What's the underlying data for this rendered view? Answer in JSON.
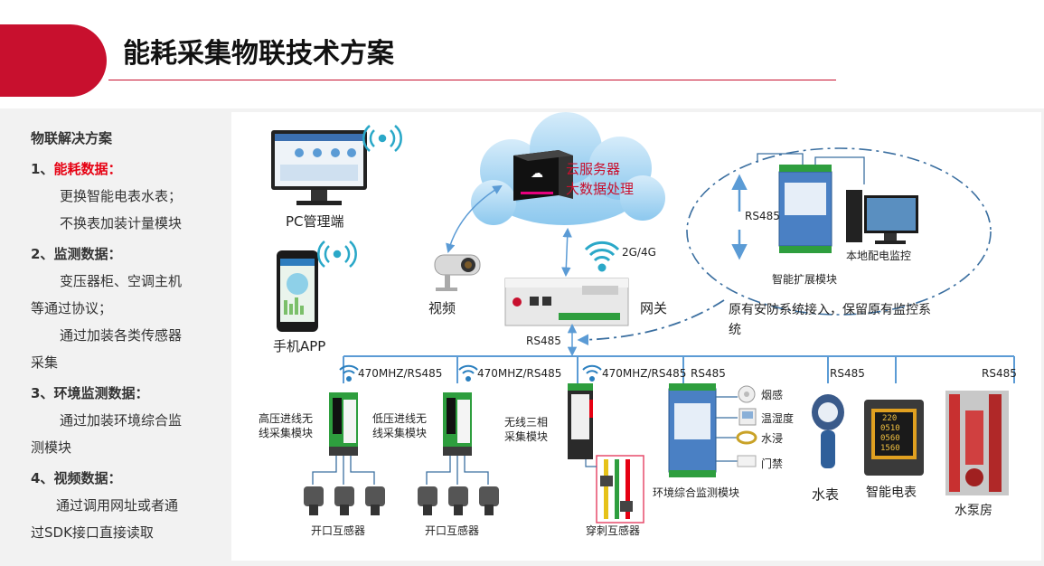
{
  "header": {
    "title": "能耗采集物联技术方案"
  },
  "left": {
    "heading": "物联解决方案",
    "sections": [
      {
        "number": "1、",
        "title": "能耗数据：",
        "title_color": "#e60012",
        "lines": [
          "更换智能电表水表；",
          "不换表加装计量模块"
        ]
      },
      {
        "number": "2、",
        "title": "监测数据：",
        "lines": [
          "变压器柜、空调主机",
          "等通过协议；",
          "通过加装各类传感器",
          "采集"
        ]
      },
      {
        "number": "3、",
        "title": "环境监测数据：",
        "lines": [
          "通过加装环境综合监",
          "测模块"
        ]
      },
      {
        "number": "4、",
        "title": "视频数据：",
        "lines": [
          "通过调用网址或者通",
          "过SDK接口直接读取"
        ]
      }
    ]
  },
  "diagram": {
    "cloud": {
      "line1": "云服务器",
      "line2": "大数据处理"
    },
    "pc_label": "PC管理端",
    "app_label": "手机APP",
    "video_label": "视频",
    "gateway_label": "网关",
    "network_label": "2G/4G",
    "rs485": "RS485",
    "expansion_label": "智能扩展模块",
    "local_monitor_label": "本地配电监控",
    "security_note": "原有安防系统接入，保留原有监控系",
    "security_note2": "统",
    "wireless_label": "470MHZ/RS485",
    "devices": {
      "high_voltage": [
        "高压进线无",
        "线采集模块"
      ],
      "low_voltage": [
        "低压进线无",
        "线采集模块"
      ],
      "three_phase": [
        "无线三相",
        "采集模块"
      ],
      "env_module": "环境综合监测模块",
      "water_meter": "水表",
      "smart_meter": "智能电表",
      "pump_room": "水泵房"
    },
    "sensors": [
      "烟感",
      "温湿度",
      "水浸",
      "门禁"
    ],
    "ct_open": "开口互感器",
    "ct_pierce": "穿刺互感器",
    "meter_readings": [
      "220",
      "0510",
      "0560",
      "1560"
    ],
    "colors": {
      "accent": "#5b9bd5",
      "red": "#c8102e",
      "device_green": "#2e9e3e"
    }
  }
}
